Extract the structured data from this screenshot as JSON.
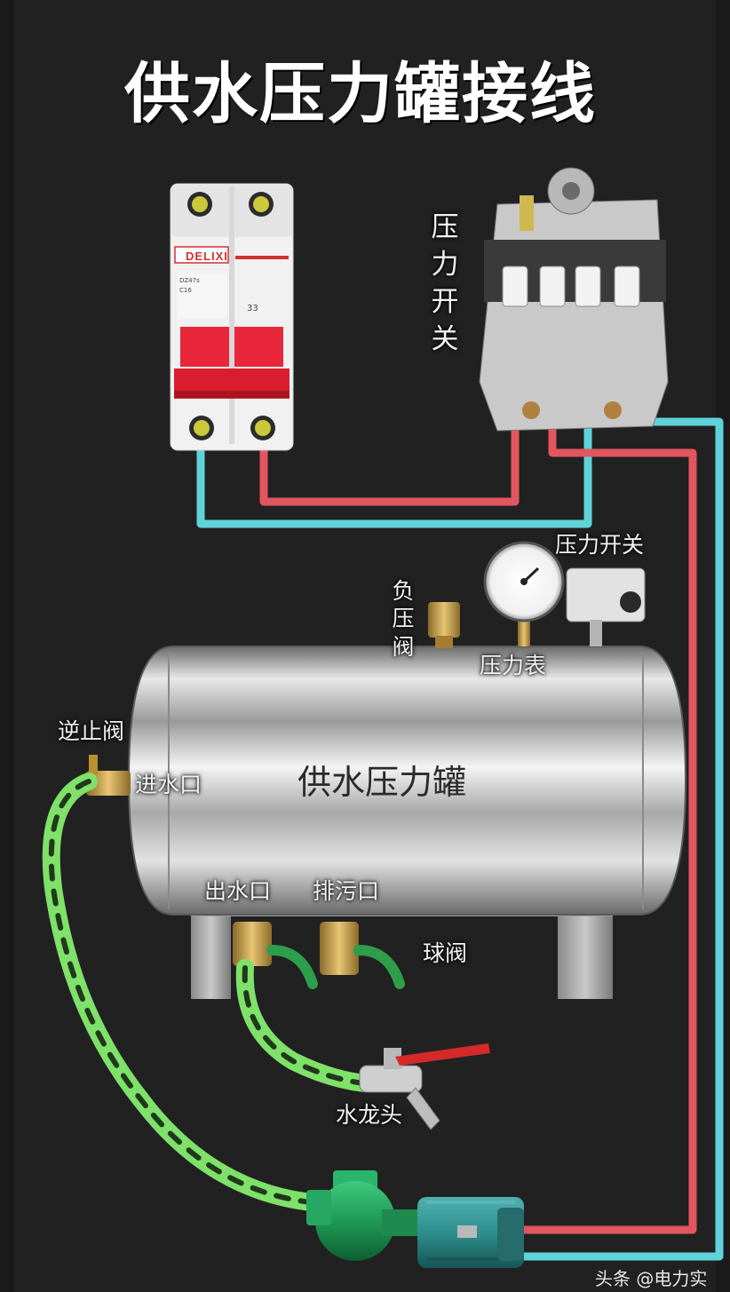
{
  "title": "供水压力罐接线",
  "breaker": {
    "brand": "DELIXI"
  },
  "labels": {
    "pressure_switch_vertical": "压力开关",
    "pressure_switch": "压力开关",
    "vacuum_valve": "负压阀",
    "pressure_gauge": "压力表",
    "check_valve": "逆止阀",
    "inlet": "进水口",
    "tank": "供水压力罐",
    "outlet": "出水口",
    "drain": "排污口",
    "ball_valve": "球阀",
    "faucet": "水龙头"
  },
  "watermark": "头条 @电力实",
  "colors": {
    "background": "#212121",
    "live_wire": "#e2565f",
    "neutral_wire": "#5fd3d9",
    "hose": "#7fe06a",
    "tank_metal": "#c8c8c8",
    "pump": "#1e9a55",
    "motor": "#2f8f8f"
  }
}
